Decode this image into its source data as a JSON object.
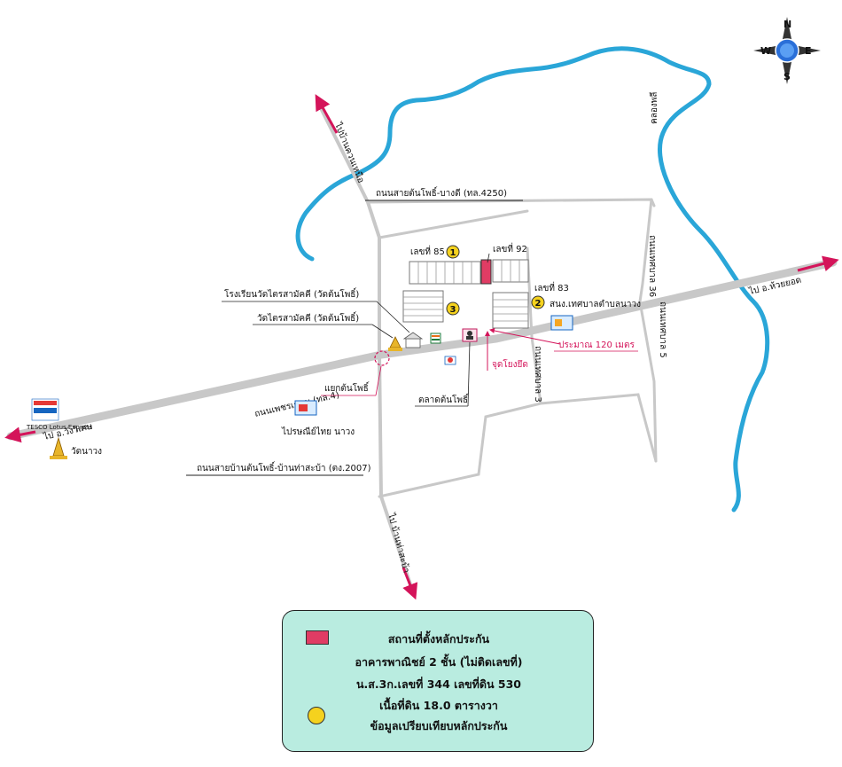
{
  "map": {
    "roads": {
      "north_bangdee": "ถนนสายต้นโพธิ์-บางดี (ทล.4250)",
      "phetkasem": "ถนนเพชรเกษม (ทล.4)",
      "south_thasaba": "ถนนสายบ้านต้นโพธิ์-บ้านท่าสะบ้า (ตง.2007)",
      "tessaban3": "ถนนเทศบาล 3",
      "tessaban5": "ถนนเทศบาล 5",
      "tessaban36": "ถนนเทศบาล 36"
    },
    "directions": {
      "north": "ไปบ้านควนเหนือ",
      "east": "ไป อ.ห้วยยอด",
      "west": "ไป อ.วังวิเศษ",
      "south": "ไป บ้านท่าสะบ้า"
    },
    "canal": "คลองพลี",
    "places": {
      "school": "โรงเรียนวัดไตรสามัคคี (วัดต้นโพธิ์)",
      "temple": "วัดไตรสามัคคี (วัดต้นโพธิ์)",
      "intersection": "แยกต้นโพธิ์",
      "market": "ตลาดต้นโพธิ์",
      "post_office": "ไปรษณีย์ไทย นาวง",
      "municipal": "สนง.เทศบาลตำบลนาวง",
      "wat_nawong": "วัดนาวง",
      "start_point": "จุดโยงยึด",
      "distance": "ประมาณ 120 เมตร",
      "tesco": "TESCO Lotus Express"
    },
    "parcels": {
      "n85": "เลขที่ 85",
      "n92": "เลขที่ 92",
      "n83": "เลขที่ 83",
      "c1": "1",
      "c2": "2",
      "c3": "3"
    },
    "compass": {
      "n": "N",
      "s": "S",
      "e": "E",
      "w": "W"
    },
    "colors": {
      "river": "#2aa6d8",
      "road": "#c8c8c8",
      "subject": "#e03c64",
      "comparable": "#f5d21e",
      "arrow": "#d4145a"
    }
  },
  "legend": {
    "line1": "สถานที่ตั้งหลักประกัน",
    "line2": "อาคารพาณิชย์ 2 ชั้น (ไม่ติดเลขที่)",
    "line3": "น.ส.3ก.เลขที่ 344 เลขที่ดิน 530",
    "line4": "เนื้อที่ดิน 18.0 ตารางวา",
    "line5": "ข้อมูลเปรียบเทียบหลักประกัน"
  }
}
